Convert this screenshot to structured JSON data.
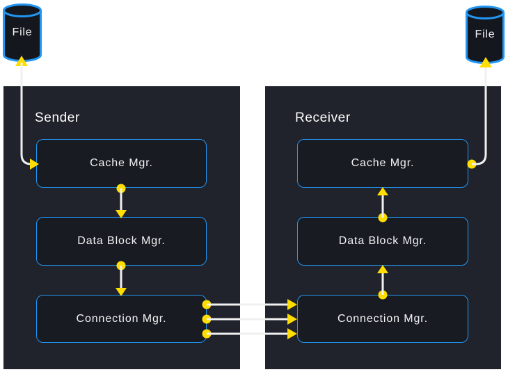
{
  "palette": {
    "background": "#ffffff",
    "container_fill": "#20232b",
    "box_fill": "#181b22",
    "box_border": "#2196f3",
    "accent_yellow": "#ffdd00",
    "connector_white": "#f0f0f0",
    "text_color": "#f2f3f4",
    "cylinder_fill": "#14171e"
  },
  "files": {
    "left": {
      "label": "File"
    },
    "right": {
      "label": "File"
    }
  },
  "sender": {
    "title": "Sender",
    "boxes": [
      {
        "label": "Cache Mgr."
      },
      {
        "label": "Data Block Mgr."
      },
      {
        "label": "Connection Mgr."
      }
    ]
  },
  "receiver": {
    "title": "Receiver",
    "boxes": [
      {
        "label": "Cache Mgr."
      },
      {
        "label": "Data Block Mgr."
      },
      {
        "label": "Connection Mgr."
      }
    ]
  },
  "connections": [
    {
      "from": "File (left)",
      "to": "Sender Cache Mgr.",
      "style": "white line, yellow arrowheads at both ends"
    },
    {
      "from": "Sender Cache Mgr.",
      "to": "Sender Data Block Mgr.",
      "direction": "down"
    },
    {
      "from": "Sender Data Block Mgr.",
      "to": "Sender Connection Mgr.",
      "direction": "down"
    },
    {
      "from": "Sender Connection Mgr.",
      "to": "Receiver Connection Mgr.",
      "direction": "right",
      "count": 3
    },
    {
      "from": "Receiver Connection Mgr.",
      "to": "Receiver Data Block Mgr.",
      "direction": "up"
    },
    {
      "from": "Receiver Data Block Mgr.",
      "to": "Receiver Cache Mgr.",
      "direction": "up"
    },
    {
      "from": "Receiver Cache Mgr.",
      "to": "File (right)",
      "direction": "up into file"
    }
  ]
}
